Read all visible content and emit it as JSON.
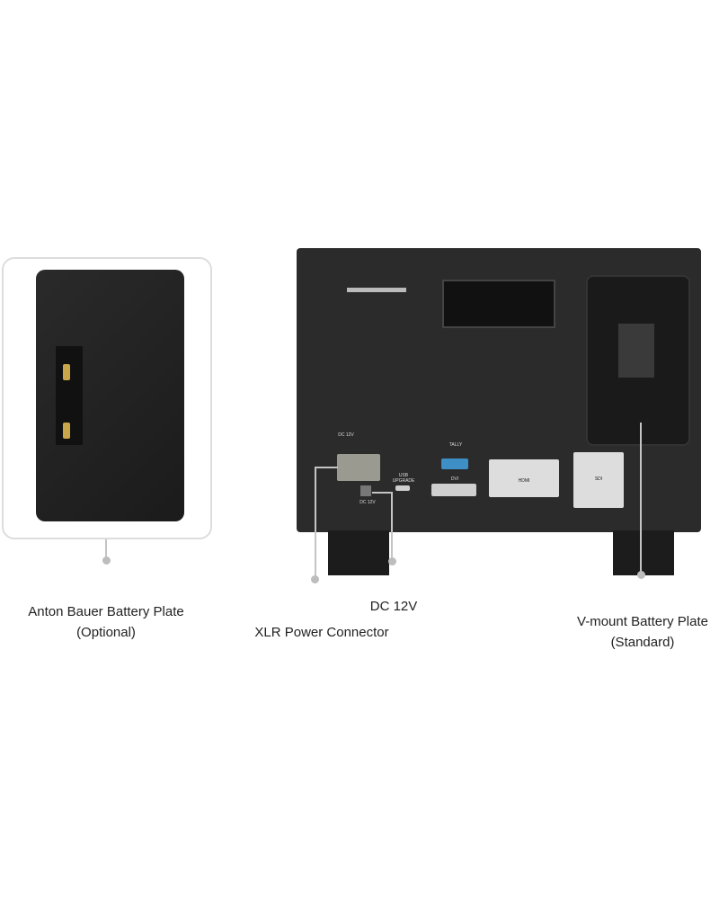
{
  "labels": {
    "anton_bauer": [
      "Anton Bauer Battery Plate",
      "(Optional)"
    ],
    "xlr": "XLR Power Connector",
    "dc": "DC 12V",
    "vmount": [
      "V-mount Battery Plate",
      "(Standard)"
    ]
  },
  "panel_marks": {
    "dc_in": "DC 12V",
    "usb": "USB UPGRADE",
    "tally": "TALLY",
    "dvi": "DVI",
    "hdmi": "HDMI",
    "sdi": "SDI",
    "dc_out": "DC 12V"
  }
}
